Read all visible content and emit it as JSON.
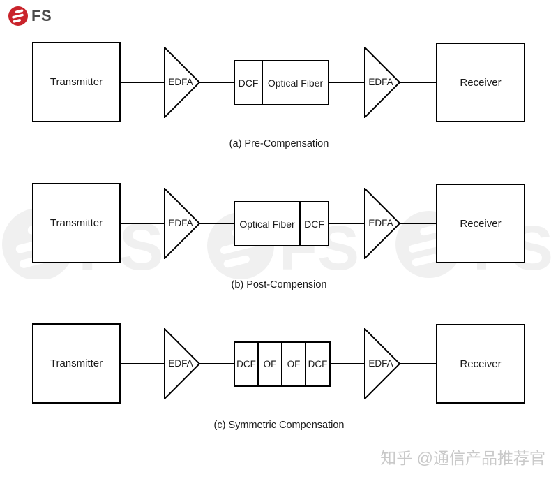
{
  "header": {
    "logo_text": "FS"
  },
  "diagram": {
    "rows": [
      {
        "caption": "(a) Pre-Compensation",
        "transmitter": "Transmitter",
        "edfa_left": "EDFA",
        "edfa_right": "EDFA",
        "receiver": "Receiver",
        "segments": [
          "DCF",
          "Optical Fiber"
        ]
      },
      {
        "caption": "(b) Post-Compension",
        "transmitter": "Transmitter",
        "edfa_left": "EDFA",
        "edfa_right": "EDFA",
        "receiver": "Receiver",
        "segments": [
          "Optical Fiber",
          "DCF"
        ]
      },
      {
        "caption": "(c) Symmetric Compensation",
        "transmitter": "Transmitter",
        "edfa_left": "EDFA",
        "edfa_right": "EDFA",
        "receiver": "Receiver",
        "segments": [
          "DCF",
          "OF",
          "OF",
          "DCF"
        ]
      }
    ]
  },
  "watermark": {
    "brand_text": "FS",
    "credit_text": "知乎 @通信产品推荐官"
  },
  "colors": {
    "line_black": "#000000",
    "logo_red": "#c9242b",
    "logo_gray": "#4a4a4a",
    "text_dark": "#1a1a1a",
    "credit_gray": "#c9c9c9"
  }
}
